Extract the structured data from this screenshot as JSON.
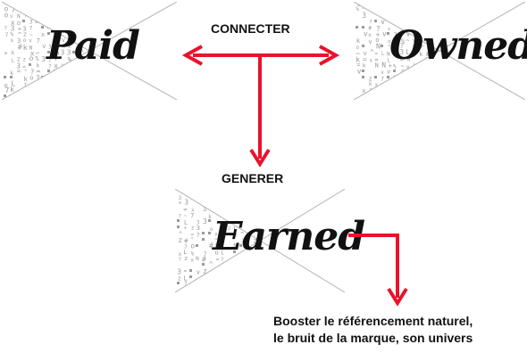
{
  "nodes": {
    "paid": "Paid",
    "owned": "Owned",
    "earned": "Earned"
  },
  "connectors": {
    "connect": "CONNECTER",
    "generate": "GENERER"
  },
  "note": {
    "line1": "Booster le référencement naturel,",
    "line2": "le bruit de la marque, son univers"
  },
  "colors": {
    "arrow": "#e8132c",
    "text": "#111111",
    "pattern": "#9a9a9a",
    "edge": "#b4b4b4"
  }
}
